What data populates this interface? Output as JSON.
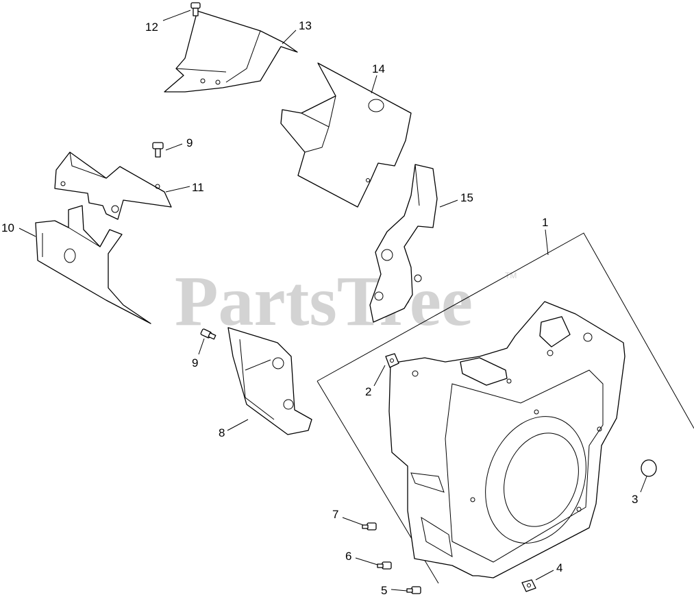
{
  "watermark": {
    "text": "PartsTree",
    "trademark": "TM"
  },
  "callouts": {
    "c1": "1",
    "c2": "2",
    "c3": "3",
    "c4": "4",
    "c5": "5",
    "c6": "6",
    "c7": "7",
    "c8": "8",
    "c9a": "9",
    "c9b": "9",
    "c10": "10",
    "c11": "11",
    "c12": "12",
    "c13": "13",
    "c14": "14",
    "c15": "15"
  }
}
